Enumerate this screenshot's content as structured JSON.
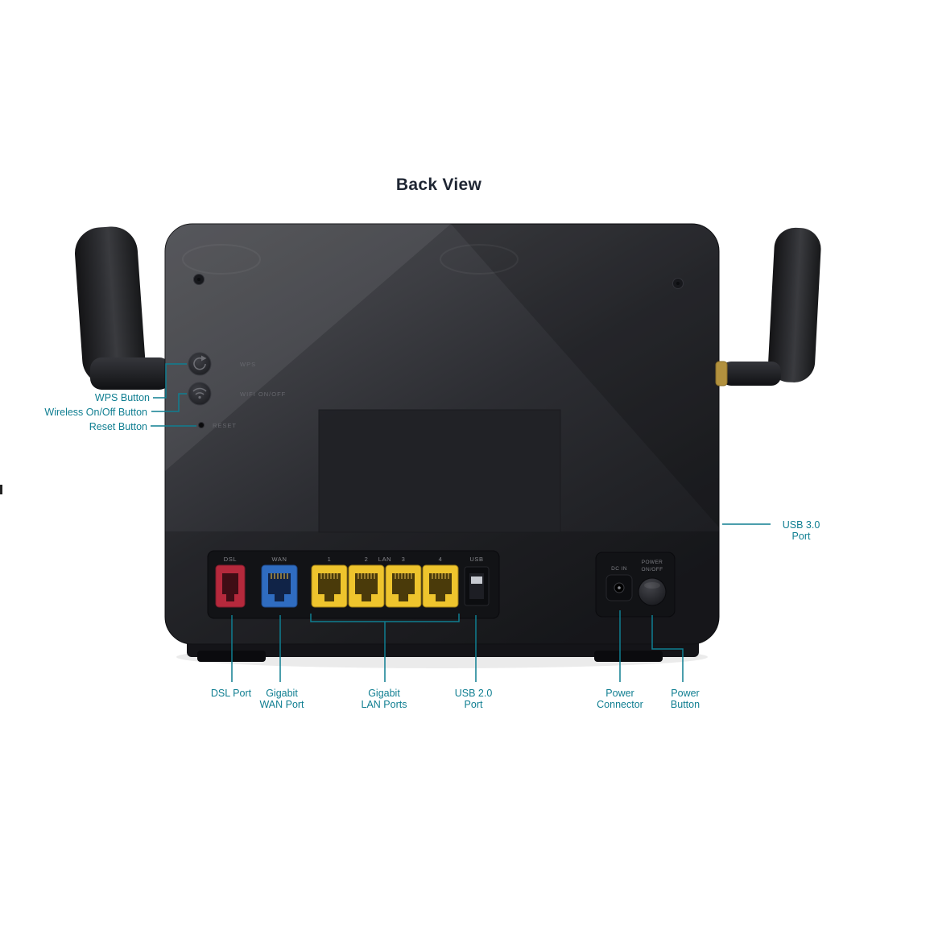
{
  "title": "Back View",
  "colors": {
    "accent": "#0f7e91",
    "body_dark": "#232428"
  },
  "device": {
    "button_labels": {
      "wps": "WPS",
      "wifi": "WIFI ON/OFF",
      "reset": "RESET"
    },
    "port_labels": {
      "dsl": "DSL",
      "wan": "WAN",
      "lan_1": "1",
      "lan_2": "2",
      "lan_text": "LAN",
      "lan_3": "3",
      "lan_4": "4",
      "usb": "USB",
      "dc_in": "DC IN",
      "power_line1": "POWER",
      "power_line2": "ON/OFF"
    },
    "port_colors": {
      "dsl": "#b5293c",
      "wan": "#2f6cc0",
      "lan": "#eec42d"
    }
  },
  "callouts": {
    "wps": {
      "label": "WPS Button"
    },
    "wireless": {
      "label": "Wireless On/Off Button"
    },
    "reset": {
      "label": "Reset Button"
    },
    "usb3": {
      "line1": "USB 3.0",
      "line2": "Port"
    },
    "dsl": {
      "label": "DSL Port"
    },
    "wan": {
      "line1": "Gigabit",
      "line2": "WAN Port"
    },
    "lan": {
      "line1": "Gigabit",
      "line2": "LAN Ports"
    },
    "usb2": {
      "line1": "USB 2.0",
      "line2": "Port"
    },
    "power_connector": {
      "line1": "Power",
      "line2": "Connector"
    },
    "power_button": {
      "line1": "Power",
      "line2": "Button"
    }
  }
}
